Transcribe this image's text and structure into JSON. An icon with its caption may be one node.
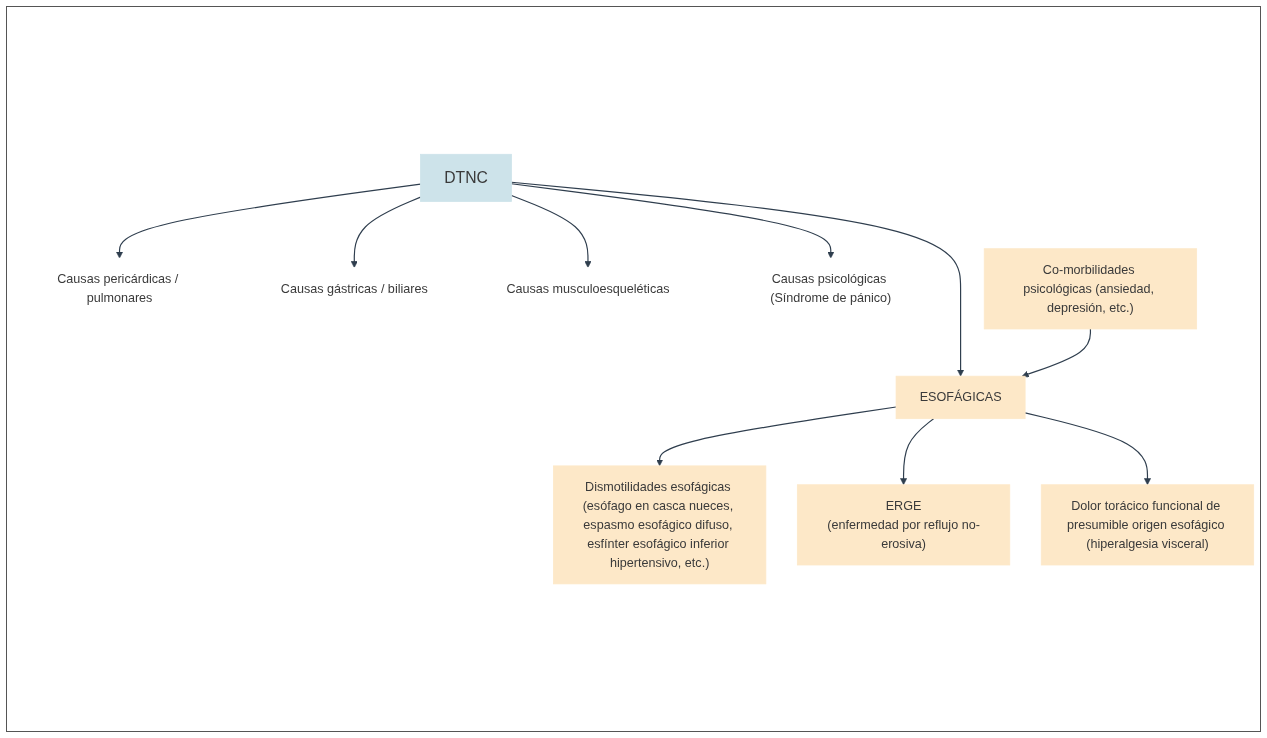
{
  "diagram": {
    "nodes": [
      {
        "text": [
          "DTNC"
        ]
      },
      {
        "text": [
          "Causas pericárdicas / pulmonares"
        ]
      },
      {
        "text": [
          "Causas gástricas / biliares"
        ]
      },
      {
        "text": [
          "Causas musculoesqueléticas"
        ]
      },
      {
        "text": [
          "Causas psicológicas (Síndrome de pánico)"
        ]
      },
      {
        "text": [
          "Co-morbilidades psicológicas (ansiedad, depresión, etc.)"
        ]
      },
      {
        "text": [
          "ESOFÁGICAS"
        ]
      },
      {
        "text": [
          "Dismotilidades esofágicas (esófago en casca nueces, espasmo esofágico difuso, esfínter esofágico inferior hipertensivo, etc.)"
        ]
      },
      {
        "text": [
          "ERGE",
          "(enfermedad por reflujo no-erosiva)"
        ]
      },
      {
        "text": [
          "Dolor torácico funcional de presumible origen esofágico (hiperalgesia visceral)"
        ]
      }
    ],
    "edges": [
      {
        "from": 0,
        "to": 1,
        "arrow": "to"
      },
      {
        "from": 0,
        "to": 3,
        "arrow": "to"
      },
      {
        "from": 0,
        "to": 6,
        "arrow": "to"
      },
      {
        "from": 0,
        "to": 4,
        "arrow": "to"
      },
      {
        "from": 0,
        "to": 2,
        "arrow": "to"
      },
      {
        "from": 5,
        "to": 6,
        "arrow": "to"
      },
      {
        "from": 6,
        "to": 7,
        "arrow": "to"
      },
      {
        "from": 6,
        "to": 8,
        "arrow": "to"
      },
      {
        "from": 6,
        "to": 9,
        "arrow": "to"
      }
    ]
  }
}
